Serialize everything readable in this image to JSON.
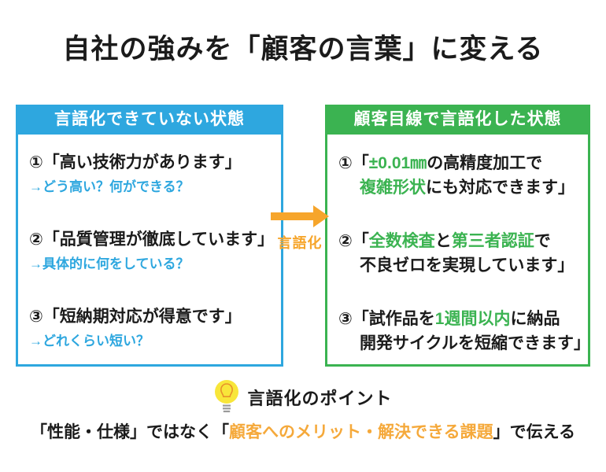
{
  "title": "自社の強みを「顧客の言葉」に変える",
  "colors": {
    "blue": "#2EA7DF",
    "green": "#3BB351",
    "orange_arrow": "#F6A52B",
    "orange_text": "#F5A93B",
    "bulb_yellow": "#F8E63A"
  },
  "left_box": {
    "header": "言語化できていない状態",
    "items": [
      {
        "main": "①「高い技術力があります」",
        "note": "→どう高い？何ができる？"
      },
      {
        "main": "②「品質管理が徹底しています」",
        "note": "→具体的に何をしている？"
      },
      {
        "main": "③「短納期対応が得意です」",
        "note": "→どれくらい短い？"
      }
    ]
  },
  "arrow": {
    "label": "言語化"
  },
  "right_box": {
    "header": "顧客目線で言語化した状態",
    "items": [
      {
        "l1": [
          "①「",
          "±0.01㎜",
          "の高精度加工で"
        ],
        "l2": [
          "複雑形状",
          "にも対応できます」"
        ]
      },
      {
        "l1": [
          "②「",
          "全数検査",
          "と",
          "第三者認証",
          "で"
        ],
        "l2": [
          "不良ゼロを実現しています」"
        ]
      },
      {
        "l1": [
          "③「",
          "試作品を",
          "1週間以内",
          "に納品"
        ],
        "l2": [
          "開発サイクルを短縮できます」"
        ]
      }
    ]
  },
  "point": {
    "heading": "言語化のポイント",
    "line": [
      "「性能・仕様」ではなく「",
      "顧客へのメリット・解決できる課題",
      "」で伝える"
    ]
  }
}
